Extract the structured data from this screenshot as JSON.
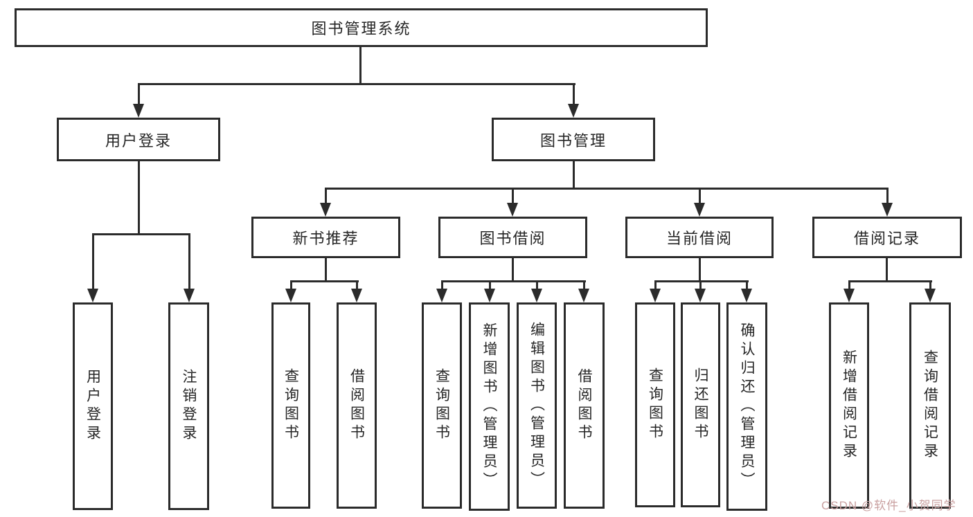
{
  "nodes": {
    "root": "图书管理系统",
    "login": "用户登录",
    "mgmt": "图书管理",
    "newbook": "新书推荐",
    "borrow": "图书借阅",
    "current": "当前借阅",
    "records": "借阅记录",
    "login_user": "用户登录",
    "login_logout": "注销登录",
    "newbook_query": "查询图书",
    "newbook_borrow": "借阅图书",
    "borrow_query": "查询图书",
    "borrow_add": "新增图书（管理员）",
    "borrow_edit": "编辑图书（管理员）",
    "borrow_borrow": "借阅图书",
    "current_query": "查询图书",
    "current_return": "归还图书",
    "current_confirm": "确认归还（管理员）",
    "records_add": "新增借阅记录",
    "records_query": "查询借阅记录"
  },
  "tree": {
    "title": "图书管理系统",
    "children": [
      {
        "title": "用户登录",
        "children": [
          "用户登录",
          "注销登录"
        ]
      },
      {
        "title": "图书管理",
        "children": [
          {
            "title": "新书推荐",
            "children": [
              "查询图书",
              "借阅图书"
            ]
          },
          {
            "title": "图书借阅",
            "children": [
              "查询图书",
              "新增图书（管理员）",
              "编辑图书（管理员）",
              "借阅图书"
            ]
          },
          {
            "title": "当前借阅",
            "children": [
              "查询图书",
              "归还图书",
              "确认归还（管理员）"
            ]
          },
          {
            "title": "借阅记录",
            "children": [
              "新增借阅记录",
              "查询借阅记录"
            ]
          }
        ]
      }
    ]
  },
  "watermark": "CSDN @软件_小贺同学",
  "colors": {
    "line": "#2b2b2b",
    "text": "#252525",
    "watermark": "#c9a0a0",
    "background": "#ffffff"
  }
}
